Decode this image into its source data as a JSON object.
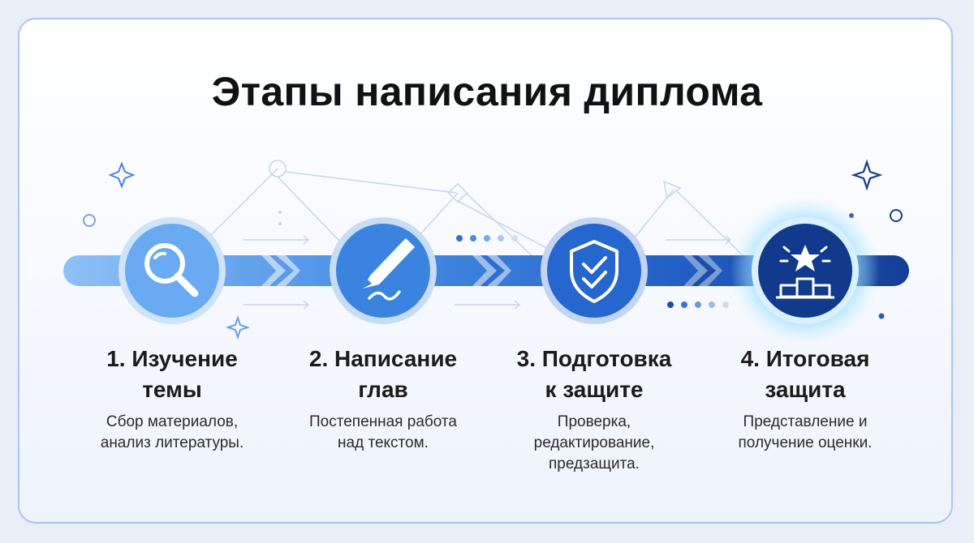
{
  "title": "Этапы написания диплома",
  "steps": [
    {
      "title_line1": "1. Изучение",
      "title_line2": "темы",
      "desc_line1": "Сбор материалов,",
      "desc_line2": "анализ литературы.",
      "desc_line3": "",
      "icon": "magnifier-icon"
    },
    {
      "title_line1": "2. Написание",
      "title_line2": "глав",
      "desc_line1": "Постепенная работа",
      "desc_line2": "над текстом.",
      "desc_line3": "",
      "icon": "pen-icon"
    },
    {
      "title_line1": "3. Подготовка",
      "title_line2": "к защите",
      "desc_line1": "Проверка,",
      "desc_line2": "редактирование,",
      "desc_line3": "предзащита.",
      "icon": "shield-check-icon"
    },
    {
      "title_line1": "4. Итоговая",
      "title_line2": "защита",
      "desc_line1": "Представление и",
      "desc_line2": "получение оценки.",
      "desc_line3": "",
      "icon": "star-podium-icon"
    }
  ],
  "colors": {
    "step1": "#6aaaf2",
    "step2": "#3a84e0",
    "step3": "#2666cf",
    "step4": "#123a8c",
    "border": "#a9c6ef"
  }
}
